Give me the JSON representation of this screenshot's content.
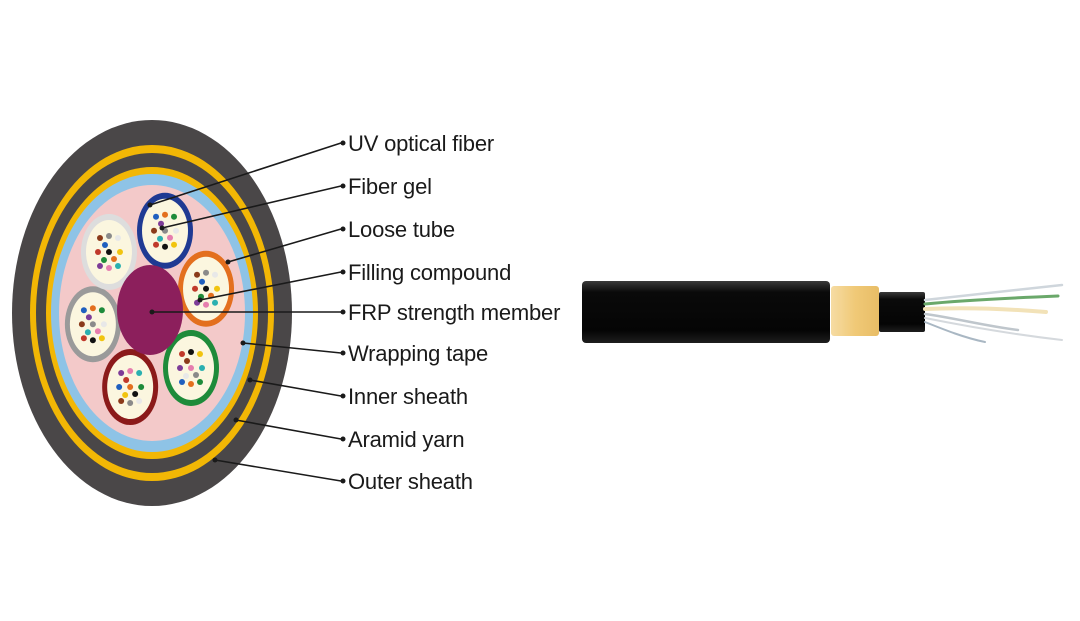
{
  "labels": [
    "UV optical fiber",
    "Fiber gel",
    "Loose tube",
    "Filling compound",
    "FRP strength member",
    "Wrapping tape",
    "Inner sheath",
    "Aramid yarn",
    "Outer sheath"
  ],
  "colors": {
    "outer_sheath": "#4a4748",
    "aramid_yarn": "#f2b705",
    "inner_sheath": "#4a4748",
    "wrapping_tape": "#8ec3e6",
    "filling_compound": "#f3c9c9",
    "frp_member": "#8c1f5c",
    "fiber_gel": "#fbf6df",
    "tube_colors": [
      "#1f3a93",
      "#e36f1e",
      "#1e8b3a",
      "#8b1a1a",
      "#9a9a9a",
      "#dddddd"
    ],
    "fiber_colors": [
      "#1f5fbf",
      "#e36f1e",
      "#1e8b3a",
      "#8b3a1a",
      "#8a8a8a",
      "#e8e8e8",
      "#c0392b",
      "#111111",
      "#f1c40f",
      "#7d3c98",
      "#e67eae",
      "#2bb0b0"
    ],
    "cable_jacket": "#0a0a0a",
    "aramid_band": "#f3d08a"
  }
}
